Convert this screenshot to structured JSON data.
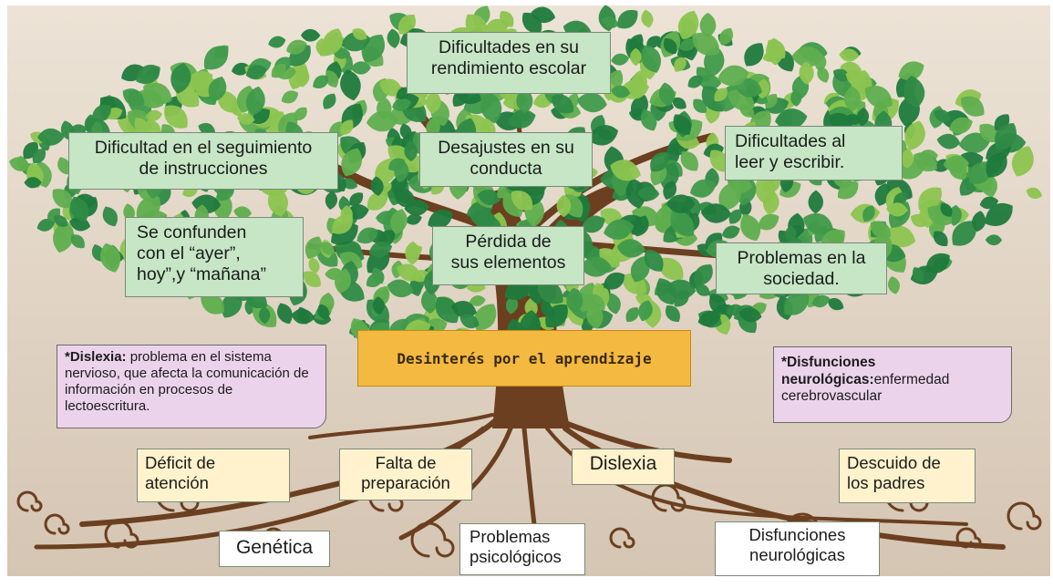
{
  "central": "Desinterés por el aprendizaje",
  "effects": {
    "rendimiento": "Dificultades en su\nrendimiento escolar",
    "instrucciones": "Dificultad en el seguimiento\nde instrucciones",
    "conducta": "Desajustes en su\nconducta",
    "leer": "Dificultades al\nleer y escribir.",
    "confunden": "Se confunden\ncon el “ayer”,\nhoy”,y “mañana”",
    "perdida": "Pérdida de\nsus elementos",
    "sociedad": "Problemas en la\nsociedad."
  },
  "causes": {
    "deficit": "Déficit de\natención",
    "falta": "Falta de\npreparación",
    "dislexia": "Dislexia",
    "descuido": "Descuido de\nlos padres",
    "genetica": "Genética",
    "psicologicos": "Problemas\npsicológicos",
    "neurologicas": "Disfunciones\nneurológicas"
  },
  "notes": {
    "dislexia_term": "*Dislexia:",
    "dislexia_def": " problema en el sistema nervioso, que afecta la comunicación de información en procesos de lectoescritura.",
    "disfunciones_term": "*Disfunciones neurológicas:",
    "disfunciones_def": "enfermedad cerebrovascular"
  },
  "colors": {
    "background": "#d9ccbd",
    "leaf_dark": "#1f7a3c",
    "leaf_mid": "#3f9a4a",
    "leaf_light": "#8cc44f",
    "trunk": "#6b3f1f",
    "effect_box": "#c6e6c6",
    "cause_box": "#fff2cc",
    "root_box": "#ffffff",
    "note_box": "#ecd3ec",
    "central_box": "#f3b941"
  }
}
